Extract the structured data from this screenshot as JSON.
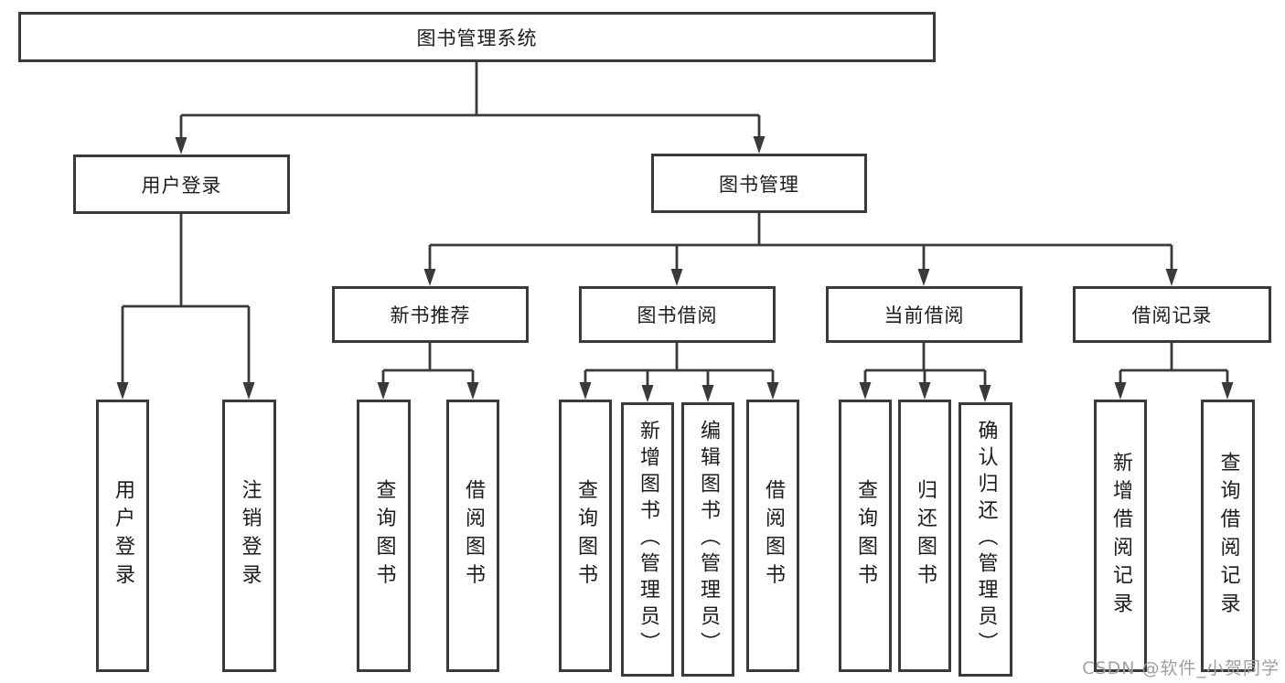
{
  "diagram": {
    "root": {
      "label": "图书管理系统"
    },
    "level2": [
      {
        "label": "用户登录"
      },
      {
        "label": "图书管理"
      }
    ],
    "level3": [
      {
        "label": "新书推荐"
      },
      {
        "label": "图书借阅"
      },
      {
        "label": "当前借阅"
      },
      {
        "label": "借阅记录"
      }
    ],
    "leaves": [
      {
        "label": "用户登录"
      },
      {
        "label": "注销登录"
      },
      {
        "label": "查询图书"
      },
      {
        "label": "借阅图书"
      },
      {
        "label": "查询图书"
      },
      {
        "label": "新增图书（管理员）"
      },
      {
        "label": "编辑图书（管理员）"
      },
      {
        "label": "借阅图书"
      },
      {
        "label": "查询图书"
      },
      {
        "label": "归还图书"
      },
      {
        "label": "确认归还（管理员）"
      },
      {
        "label": "新增借阅记录"
      },
      {
        "label": "查询借阅记录"
      }
    ],
    "colors": {
      "line": "#3a3a3a",
      "box_border": "#3a3a3a",
      "text": "#1c1c1c",
      "background": "#ffffff"
    }
  },
  "watermark": {
    "text": "CSDN @软件_小贺同学",
    "color": "#a0a0a0"
  }
}
